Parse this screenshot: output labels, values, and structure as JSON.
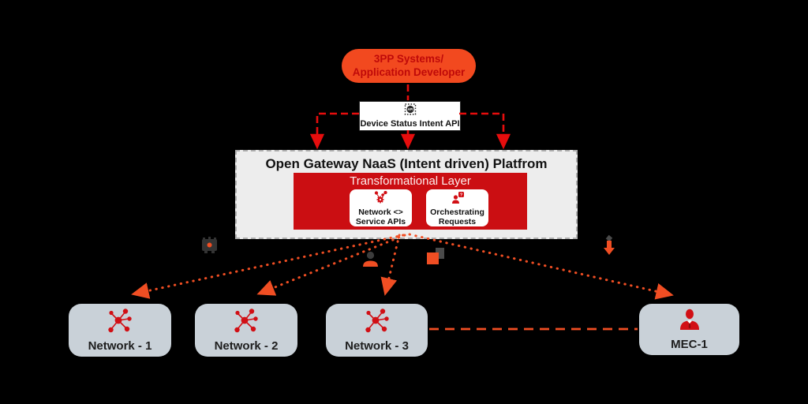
{
  "colors": {
    "background": "#000000",
    "actor_pill_bg": "#F2491F",
    "actor_pill_text": "#BF0909",
    "red_arrow": "#E60D0D",
    "orange_accent": "#F04E23",
    "platform_bg": "#EDEDED",
    "layer_red": "#CB0E12",
    "node_bg": "#C9D1D8",
    "icon_red": "#D10F15"
  },
  "actor": {
    "line1": "3PP Systems/",
    "line2": "Application Developer"
  },
  "api_box": {
    "label": "Device Status Intent API",
    "icon": "api-gear-icon"
  },
  "platform": {
    "title": "Open Gateway NaaS (Intent driven) Platfrom",
    "layer_title": "Transformational Layer",
    "modules": [
      {
        "line1": "Network <>",
        "line2": "Service APIs",
        "icon": "network-gear-icon"
      },
      {
        "line1": "Orchestrating",
        "line2": "Requests",
        "icon": "person-question-icon"
      }
    ]
  },
  "nodes": [
    {
      "label": "Network - 1",
      "icon": "network-node-icon"
    },
    {
      "label": "Network - 2",
      "icon": "network-node-icon"
    },
    {
      "label": "Network - 3",
      "icon": "network-node-icon"
    },
    {
      "label": "MEC-1",
      "icon": "person-icon"
    }
  ],
  "mid_icons": [
    "device-sensor-icon",
    "user-icon",
    "apps-windows-icon",
    "download-arrow-icon"
  ]
}
